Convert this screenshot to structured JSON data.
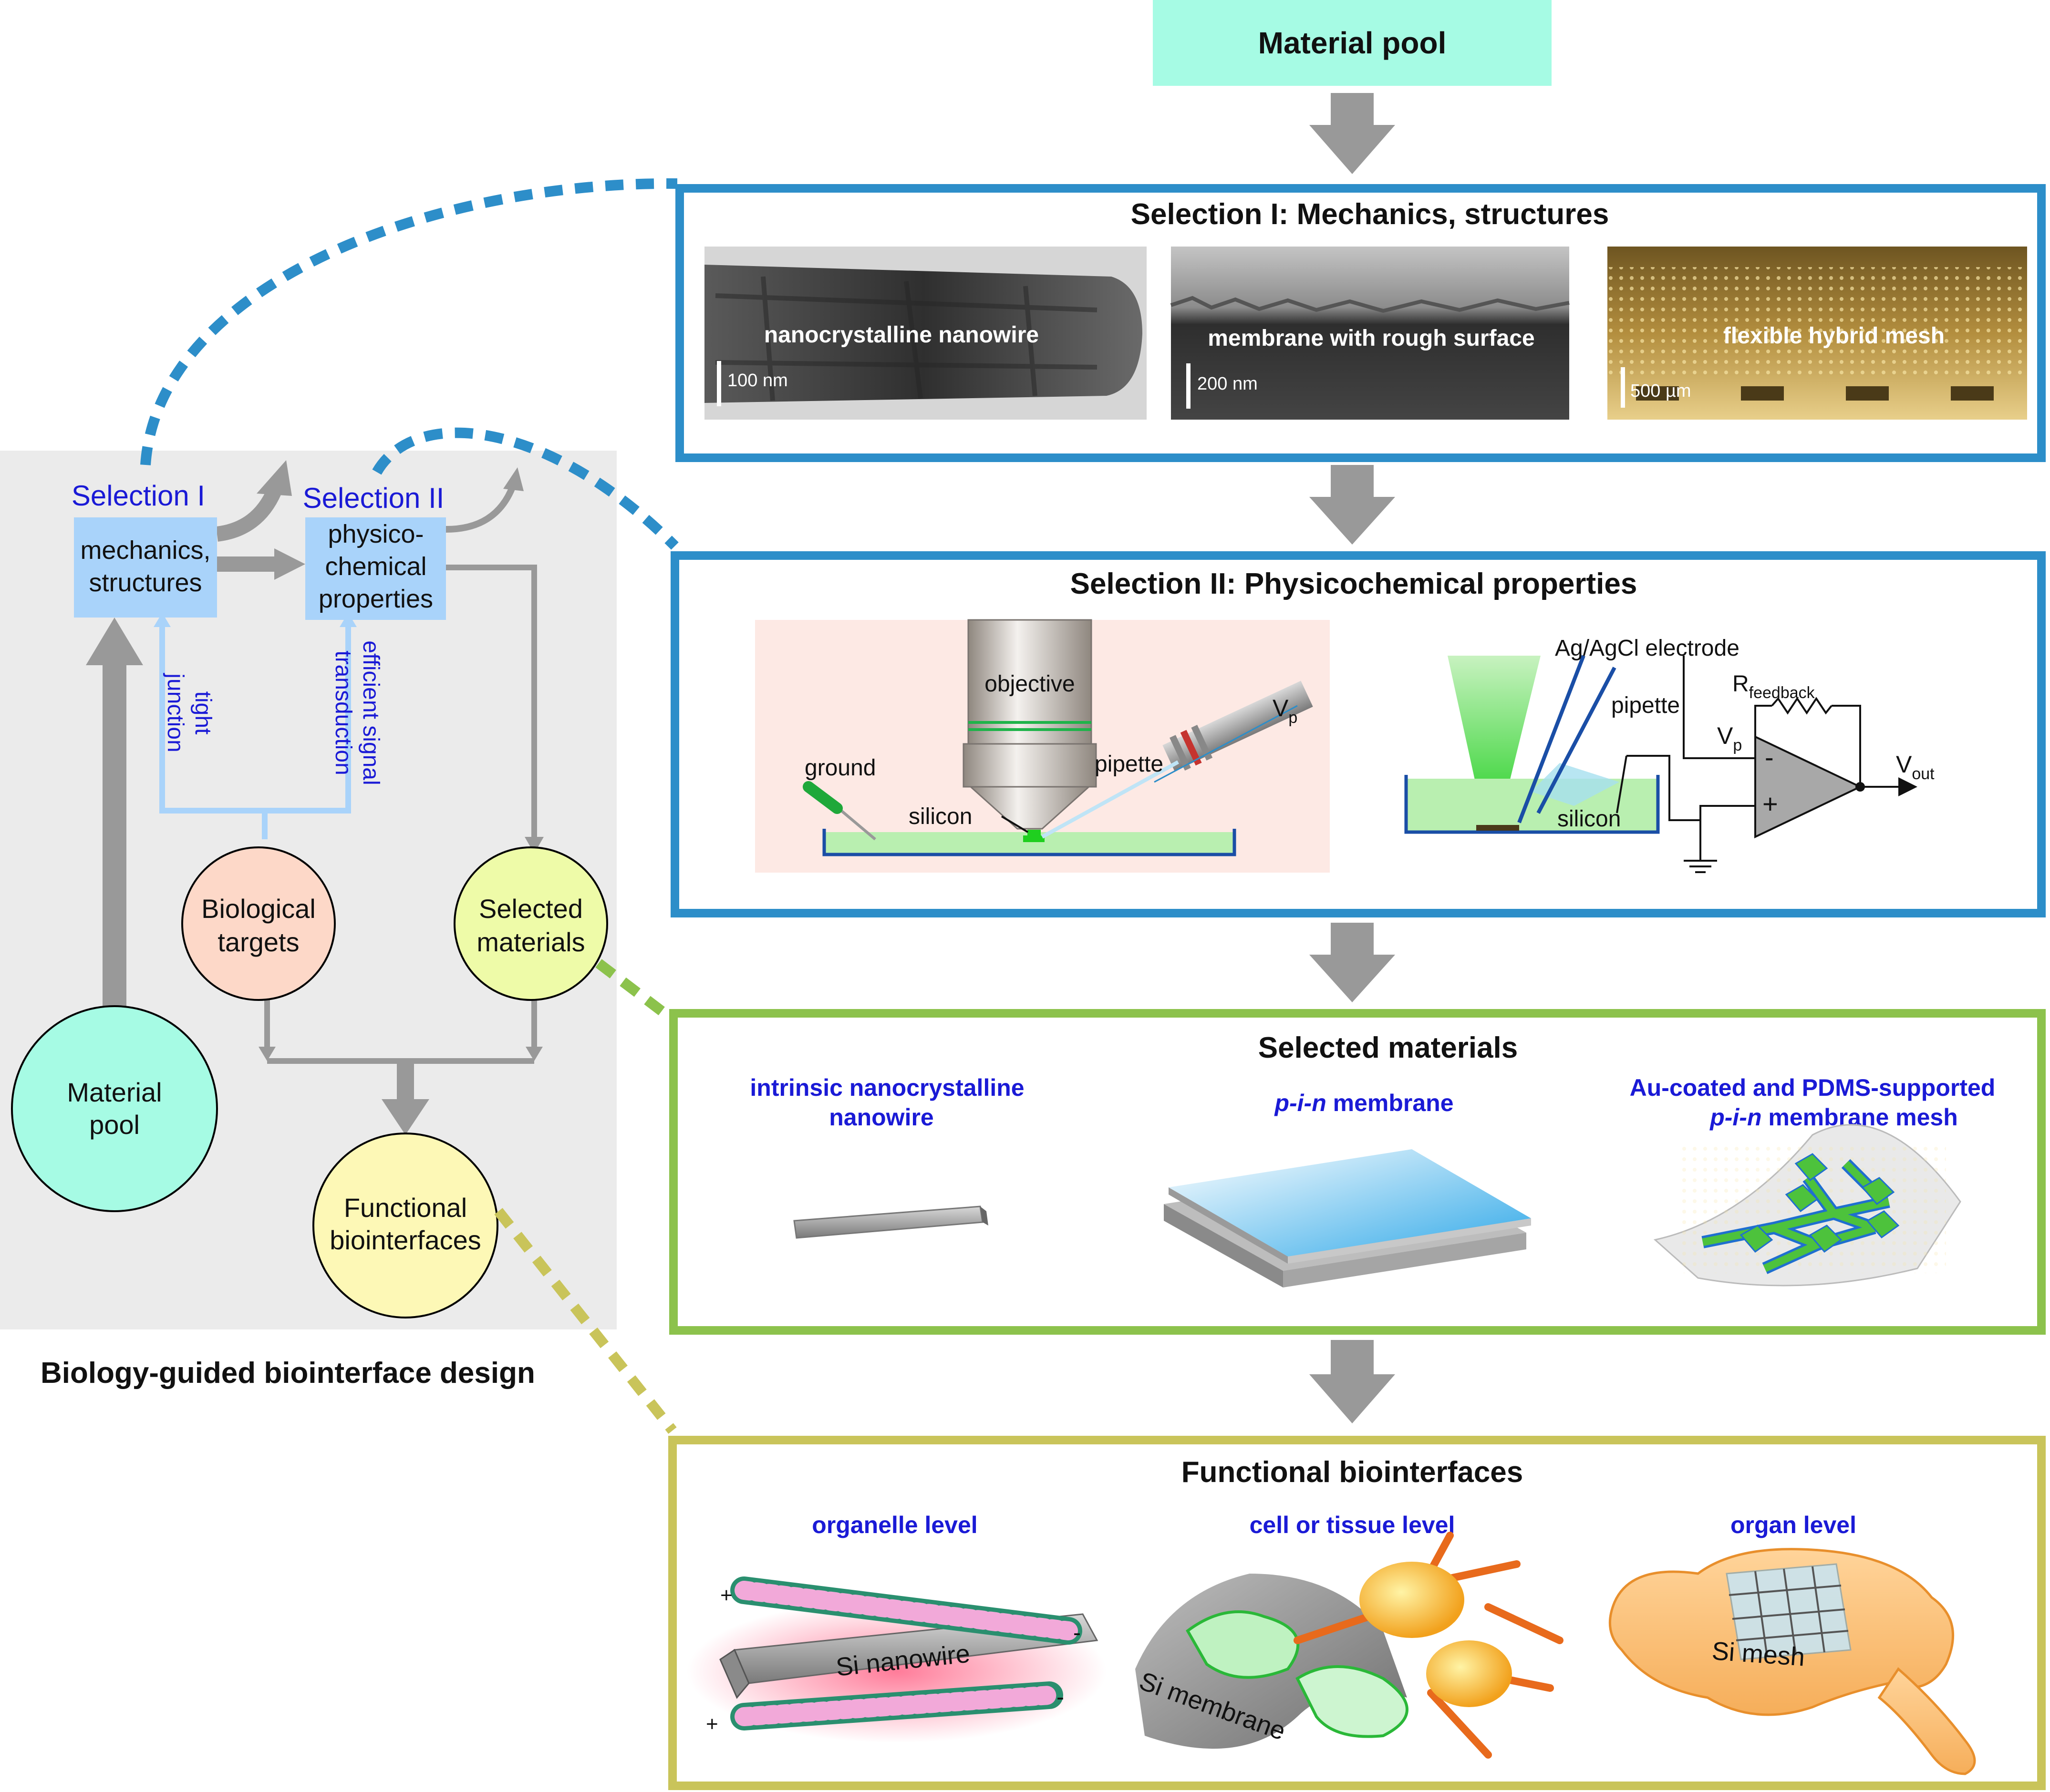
{
  "colors": {
    "accent_blue": "#2d8ec9",
    "accent_green": "#8cc24c",
    "accent_olive": "#c9c45a",
    "label_blue": "#1a1ad6",
    "pool_teal": "#a6fbe4",
    "gray_panel": "#ebebeb",
    "box_blue": "#a9d3fa",
    "bio_pink": "#fdd8c8",
    "sel_yellow": "#eefba8",
    "func_yellow": "#fdf8b6",
    "arrow_gray": "#999999"
  },
  "top": {
    "title": "Material pool"
  },
  "left_panel": {
    "caption": "Biology-guided biointerface design",
    "selection1_label": "Selection I",
    "selection2_label": "Selection II",
    "box1_line1": "mechanics,",
    "box1_line2": "structures",
    "box2_line1": "physico-",
    "box2_line2": "chemical",
    "box2_line3": "properties",
    "tight_line1": "tight",
    "tight_line2": "junction",
    "eff_line1": "efficient signal",
    "eff_line2": "transduction",
    "bio_line1": "Biological",
    "bio_line2": "targets",
    "selmat_line1": "Selected",
    "selmat_line2": "materials",
    "pool_line1": "Material",
    "pool_line2": "pool",
    "func_line1": "Functional",
    "func_line2": "biointerfaces"
  },
  "panel1": {
    "title": "Selection I: Mechanics, structures",
    "images": [
      {
        "label": "nanocrystalline nanowire",
        "scale": "100 nm"
      },
      {
        "label": "membrane with rough surface",
        "scale": "200 nm"
      },
      {
        "label": "flexible hybrid mesh",
        "scale": "500 µm"
      }
    ]
  },
  "panel2": {
    "title": "Selection II: Physicochemical properties",
    "left_labels": {
      "objective": "objective",
      "ground": "ground",
      "pipette": "pipette",
      "silicon": "silicon",
      "vp_main": "V",
      "vp_sub": "p"
    },
    "right_labels": {
      "electrode": "Ag/AgCl electrode",
      "pipette": "pipette",
      "silicon": "silicon",
      "rf_main": "R",
      "rf_sub": "feedback",
      "vp_main": "V",
      "vp_sub": "p",
      "vout_main": "V",
      "vout_sub": "out",
      "minus": "-",
      "plus": "+"
    }
  },
  "panel3": {
    "title": "Selected materials",
    "item1_line1": "intrinsic nanocrystalline",
    "item1_line2": "nanowire",
    "item2_italic": "p-i-n",
    "item2_rest": " membrane",
    "item3_line1": "Au-coated and PDMS-supported",
    "item3_italic": "p-i-n",
    "item3_rest": " membrane mesh"
  },
  "panel4": {
    "title": "Functional biointerfaces",
    "level1": "organelle level",
    "level2": "cell or tissue level",
    "level3": "organ level",
    "nanowire_label": "Si nanowire",
    "membrane_label": "Si membrane",
    "mesh_label": "Si mesh",
    "plus": "+",
    "minus": "-"
  }
}
